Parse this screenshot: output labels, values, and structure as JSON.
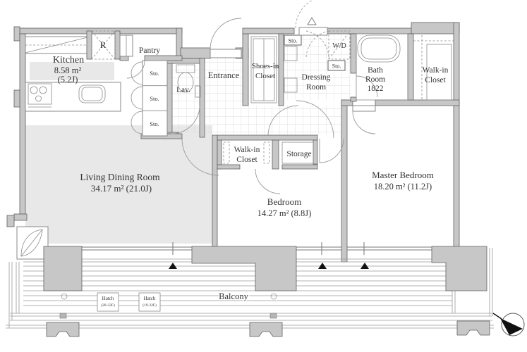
{
  "rooms": {
    "kitchen": {
      "name": "Kitchen",
      "area": "8.58 m²",
      "tatami": "(5.2J)"
    },
    "living_dining": {
      "name": "Living Dining Room",
      "area": "34.17 m²  (21.0J)"
    },
    "bedroom": {
      "name": "Bedroom",
      "area": "14.27 m²  (8.8J)"
    },
    "master_bedroom": {
      "name": "Master Bedroom",
      "area": "18.20 m²  (11.2J)"
    },
    "pantry": {
      "name": "Pantry"
    },
    "lavatory": {
      "name": "Lav."
    },
    "entrance": {
      "name": "Entrance"
    },
    "shoes_closet": {
      "line1": "Shoes-in",
      "line2": "Closet"
    },
    "dressing_room": {
      "line1": "Dressing",
      "line2": "Room"
    },
    "bath_room": {
      "line1": "Bath",
      "line2": "Room",
      "line3": "1822"
    },
    "walk_in_closet_right": {
      "line1": "Walk-in",
      "line2": "Closet"
    },
    "walk_in_closet_center": {
      "line1": "Walk-in",
      "line2": "Closet"
    },
    "storage": {
      "name": "Storage"
    },
    "balcony": {
      "name": "Balcony"
    }
  },
  "small_labels": {
    "refrigerator": "R",
    "sto_1": "Sto.",
    "sto_2": "Sto.",
    "sto_3": "Sto.",
    "sto_badge_1": "Sto.",
    "sto_badge_2": "Sto.",
    "washer_dryer": "W/D",
    "hatch_1": {
      "line1": "Hatch",
      "line2": "(20-22F)"
    },
    "hatch_2": {
      "line1": "Hatch",
      "line2": "(19-22F)"
    }
  },
  "colors": {
    "wall": "#c7c7c7",
    "wall_outline": "#5f5f5f",
    "floor_shade": "#e8e8e8",
    "line": "#9a9a9a",
    "text": "#333333"
  }
}
